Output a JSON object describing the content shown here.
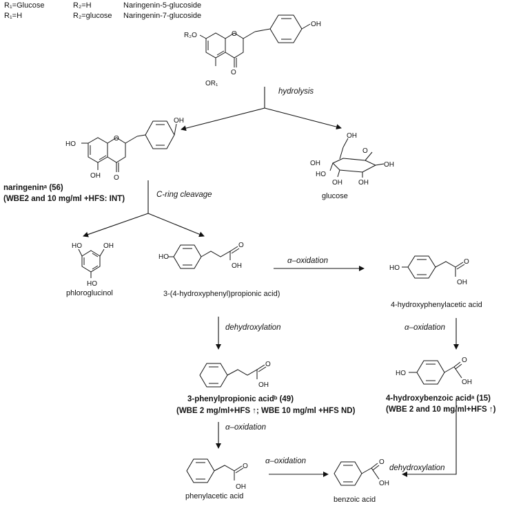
{
  "header": {
    "r1_glucose": "R₁=Glucose",
    "r2_h": "R₂=H",
    "name_5": "Naringenin-5-glucoside",
    "r1_h": "R₁=H",
    "r2_glucose": "R₂=glucose",
    "name_7": "Naringenin-7-glucoside"
  },
  "atoms": {
    "oh": "OH",
    "ho": "HO",
    "o": "O",
    "r2o": "R₂O",
    "or1": "OR₁"
  },
  "steps": {
    "hydrolysis": "hydrolysis",
    "c_ring_cleavage": "C-ring cleavage",
    "alpha_ox_1": "α–oxidation",
    "dehydroxylation_1": "dehydroxylation",
    "alpha_ox_2": "α–oxidation",
    "alpha_ox_3": "α–oxidation",
    "alpha_ox_4": "α–oxidation",
    "dehydroxylation_2": "dehydroxylation"
  },
  "compounds": {
    "naringenin": "naringeninᵃ (56)",
    "naringenin_note": "(WBE2 and 10 mg/ml +HFS: INT)",
    "glucose": "glucose",
    "phloroglucinol": "phloroglucinol",
    "hppa": "3-(4-hydroxyphenyl)propionic acid)",
    "hpaa": "4-hydroxyphenylacetic acid",
    "ppa": "3-phenylpropionic acidᵇ (49)",
    "ppa_note": "(WBE 2 mg/ml+HFS ↑; WBE 10 mg/ml +HFS ND)",
    "hba": "4-hydroxybenzoic acidᵃ (15)",
    "hba_note": "(WBE 2 and 10 mg/ml+HFS ↑)",
    "paa": "phenylacetic acid",
    "benzoic": "benzoic acid"
  }
}
